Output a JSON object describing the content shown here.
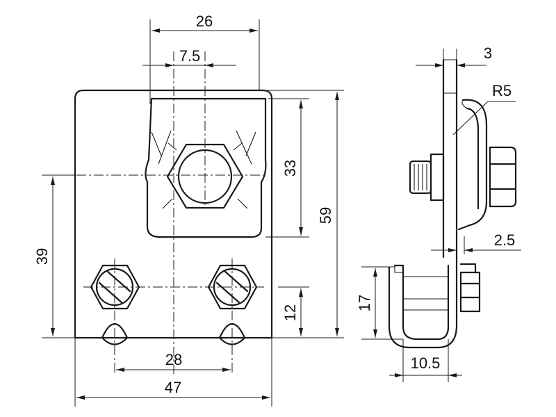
{
  "dimensions": {
    "d26": "26",
    "d7_5": "7.5",
    "d33": "33",
    "d59": "59",
    "d39": "39",
    "d12": "12",
    "d28": "28",
    "d47": "47",
    "d3": "3",
    "r5": "R5",
    "d2_5": "2.5",
    "d17": "17",
    "d10_5": "10.5"
  }
}
